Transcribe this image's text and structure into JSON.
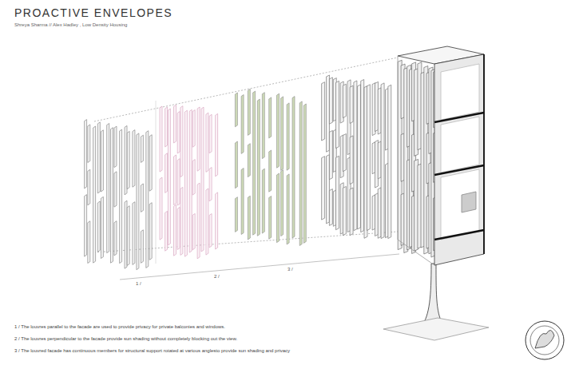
{
  "diagram": {
    "title": "PROACTIVE ENVELOPES",
    "labels": [
      "Shreya Sharma // Alex Hadley , Low Density Housing",
      "1 /",
      "2 /",
      "3 /",
      "1 / The louvres parallel to the facade are used to provide privacy for private balconies and windows.",
      "2 / The louvres perpendicular to the facade provide sun shading without completely blocking out the view.",
      "3 / The louvred facade has continuous members for structural support rotated at various anglesto provide sun shading and privacy"
    ]
  }
}
